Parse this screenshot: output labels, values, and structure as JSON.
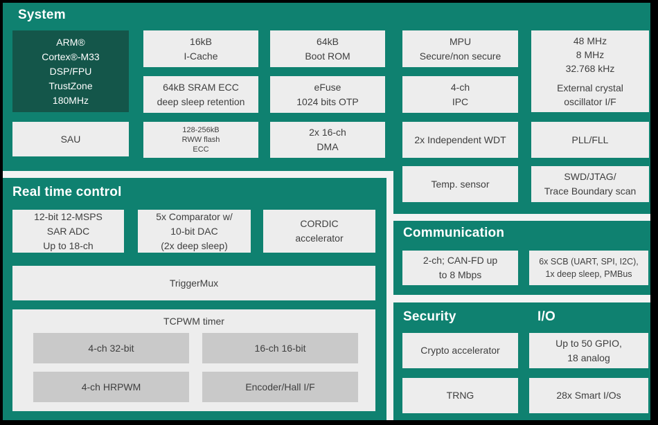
{
  "colors": {
    "section_teal": "#0f8170",
    "dark_block_teal": "#14564a",
    "light_block": "#ededed",
    "inner_gray_block": "#c9c9c9",
    "background": "#f3f3f3",
    "frame": "#000000",
    "block_text": "#3e3e3e",
    "title_text": "#ffffff"
  },
  "sections": {
    "system": {
      "title": "System"
    },
    "real_time_control": {
      "title": "Real time control"
    },
    "communication": {
      "title": "Communication"
    },
    "security": {
      "title": "Security"
    },
    "io": {
      "title": "I/O"
    }
  },
  "blocks": {
    "arm": "ARM®\nCortex®-M33\nDSP/FPU\nTrustZone\n180MHz",
    "icache": "16kB\nI-Cache",
    "bootrom": "64kB\nBoot ROM",
    "mpu": "MPU\nSecure/non secure",
    "xtal_freqs": "48 MHz\n8 MHz\n32.768 kHz",
    "xtal_label": "External crystal\noscillator I/F",
    "sram": "64kB SRAM ECC\ndeep sleep retention",
    "efuse": "eFuse\n1024 bits OTP",
    "ipc": "4-ch\nIPC",
    "sau": "SAU",
    "flash": "128-256kB\nRWW flash\nECC",
    "dma": "2x 16-ch\nDMA",
    "wdt": "2x Independent WDT",
    "pll": "PLL/FLL",
    "temp_sensor": "Temp. sensor",
    "swd": "SWD/JTAG/\nTrace Boundary scan",
    "sar_adc": "12-bit 12-MSPS\nSAR ADC\nUp to 18-ch",
    "comparator": "5x Comparator w/\n10-bit DAC\n(2x deep sleep)",
    "cordic": "CORDIC\naccelerator",
    "triggermux": "TriggerMux",
    "tcpwm_title": "TCPWM timer",
    "tcpwm_32bit": "4-ch 32-bit",
    "tcpwm_16bit": "16-ch 16-bit",
    "tcpwm_hrpwm": "4-ch HRPWM",
    "tcpwm_encoder": "Encoder/Hall I/F",
    "canfd": "2-ch; CAN-FD up\nto 8 Mbps",
    "scb": "6x SCB (UART, SPI, I2C),\n1x deep sleep, PMBus",
    "crypto": "Crypto accelerator",
    "gpio": "Up to 50 GPIO,\n18 analog",
    "trng": "TRNG",
    "smartio": "28x Smart I/Os"
  }
}
